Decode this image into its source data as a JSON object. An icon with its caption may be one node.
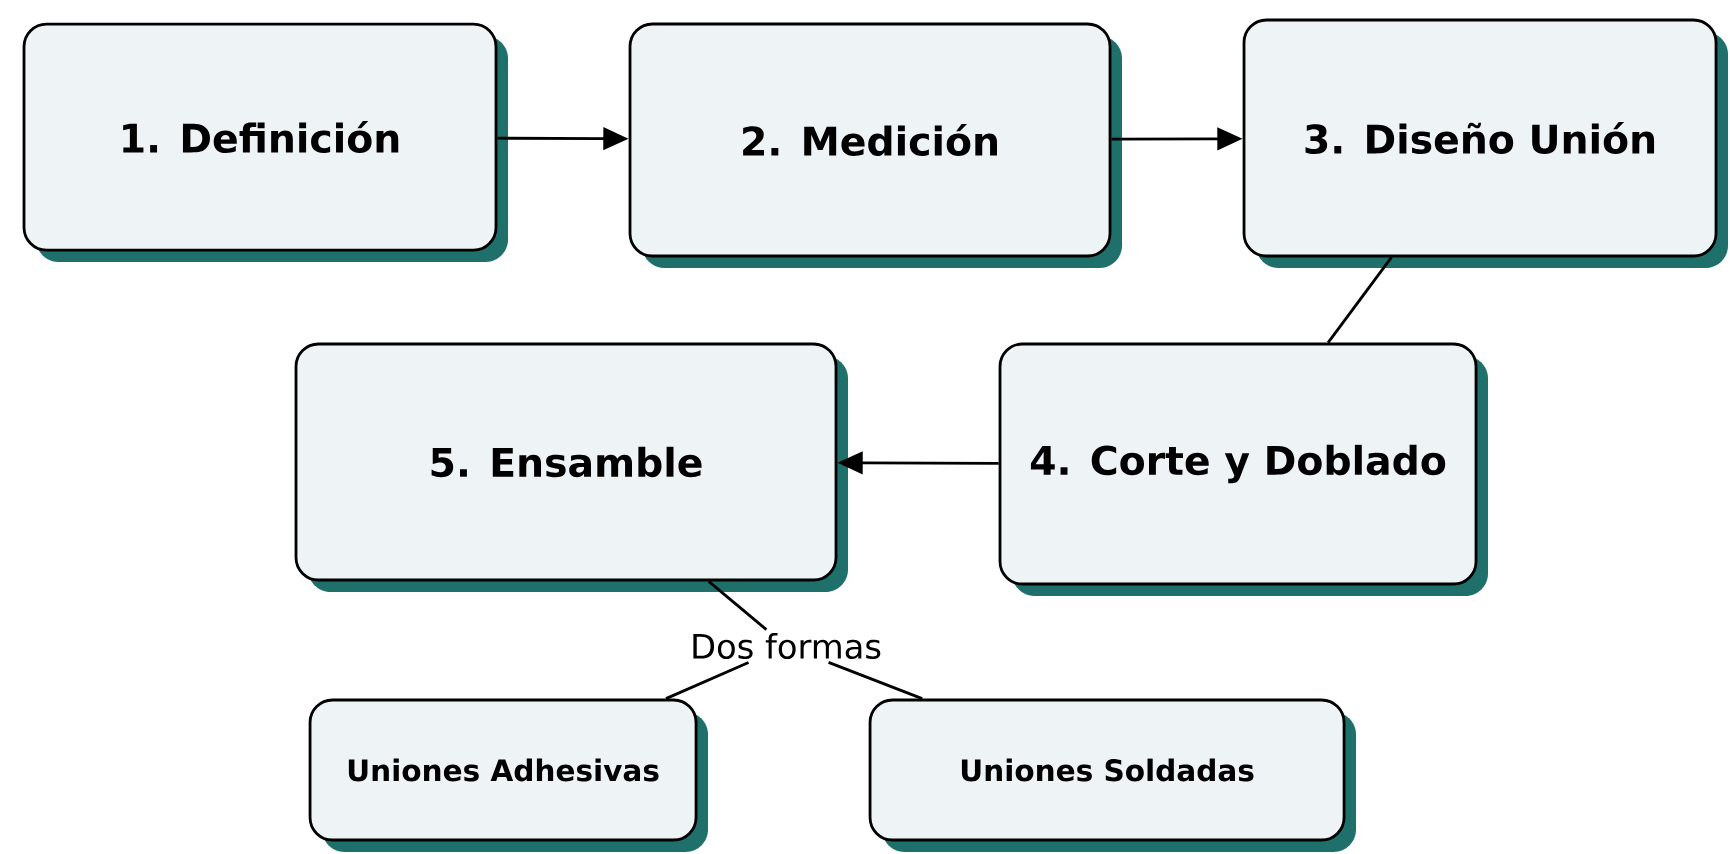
{
  "diagram": {
    "nodes": [
      {
        "text": [
          "1. Definición"
        ]
      },
      {
        "text": [
          "2. Medición"
        ]
      },
      {
        "text": [
          "3. Diseño Unión"
        ]
      },
      {
        "text": [
          "4. Corte y Doblado"
        ]
      },
      {
        "text": [
          "5. Ensamble"
        ]
      },
      {
        "text": [
          "Dos formas"
        ]
      },
      {
        "text": [
          "Uniones Adhesivas"
        ]
      },
      {
        "text": [
          "Uniones Soldadas"
        ]
      }
    ],
    "edges": [
      {
        "from": 0,
        "to": 1,
        "arrow": "to"
      },
      {
        "from": 1,
        "to": 2,
        "arrow": "to"
      },
      {
        "from": 2,
        "to": 3,
        "arrow": "none"
      },
      {
        "from": 3,
        "to": 4,
        "arrow": "to"
      },
      {
        "from": 4,
        "to": 5,
        "arrow": "none"
      },
      {
        "from": 5,
        "to": 6,
        "arrow": "none"
      },
      {
        "from": 5,
        "to": 7,
        "arrow": "none"
      }
    ]
  }
}
